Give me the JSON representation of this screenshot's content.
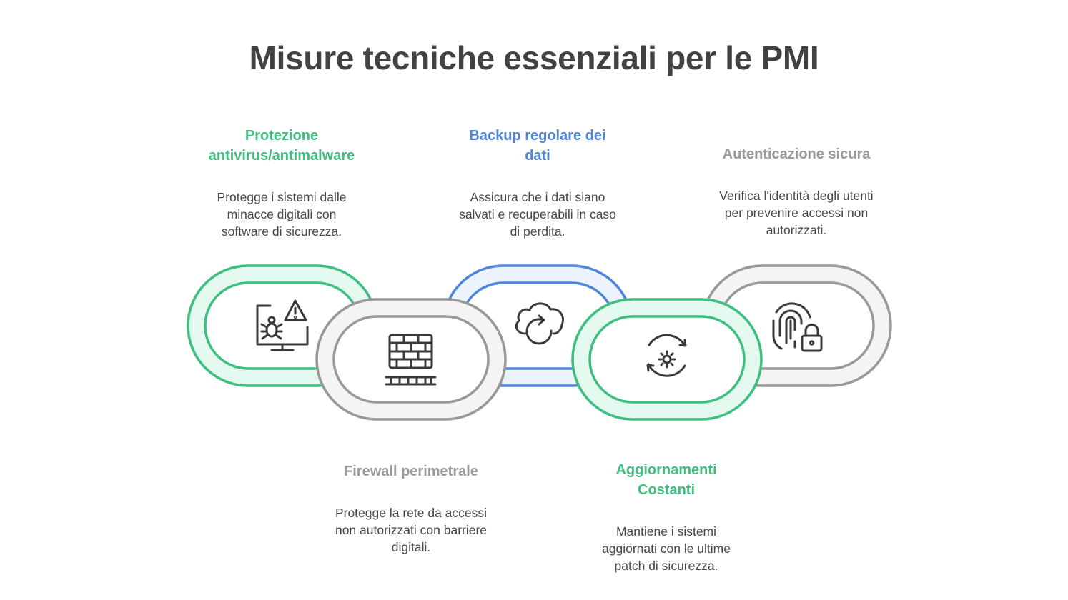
{
  "title": "Misure tecniche essenziali per le PMI",
  "colors": {
    "green": "#3dbf7f",
    "green_fill": "#e4faf0",
    "blue": "#4f86d9",
    "blue_fill": "#edf3fd",
    "gray": "#999999",
    "gray_fill": "#f4f4f4",
    "icon": "#3a3a3a"
  },
  "items": [
    {
      "title": "Protezione antivirus/antimalware",
      "description": "Protegge i sistemi dalle minacce digitali con software di sicurezza.",
      "color": "green",
      "icon": "bug-monitor-warning-icon"
    },
    {
      "title": "Firewall perimetrale",
      "description": "Protegge la rete da accessi non autorizzati con barriere digitali.",
      "color": "gray",
      "icon": "brick-wall-icon"
    },
    {
      "title": "Backup regolare dei dati",
      "description": "Assicura che i dati siano salvati e recuperabili in caso di perdita.",
      "color": "blue",
      "icon": "cloud-sync-icon"
    },
    {
      "title": "Aggiornamenti Costanti",
      "description": "Mantiene i sistemi aggiornati con le ultime patch di sicurezza.",
      "color": "green",
      "icon": "gear-refresh-icon"
    },
    {
      "title": "Autenticazione sicura",
      "description": "Verifica l'identità degli utenti per prevenire accessi non autorizzati.",
      "color": "gray",
      "icon": "fingerprint-lock-icon"
    }
  ]
}
